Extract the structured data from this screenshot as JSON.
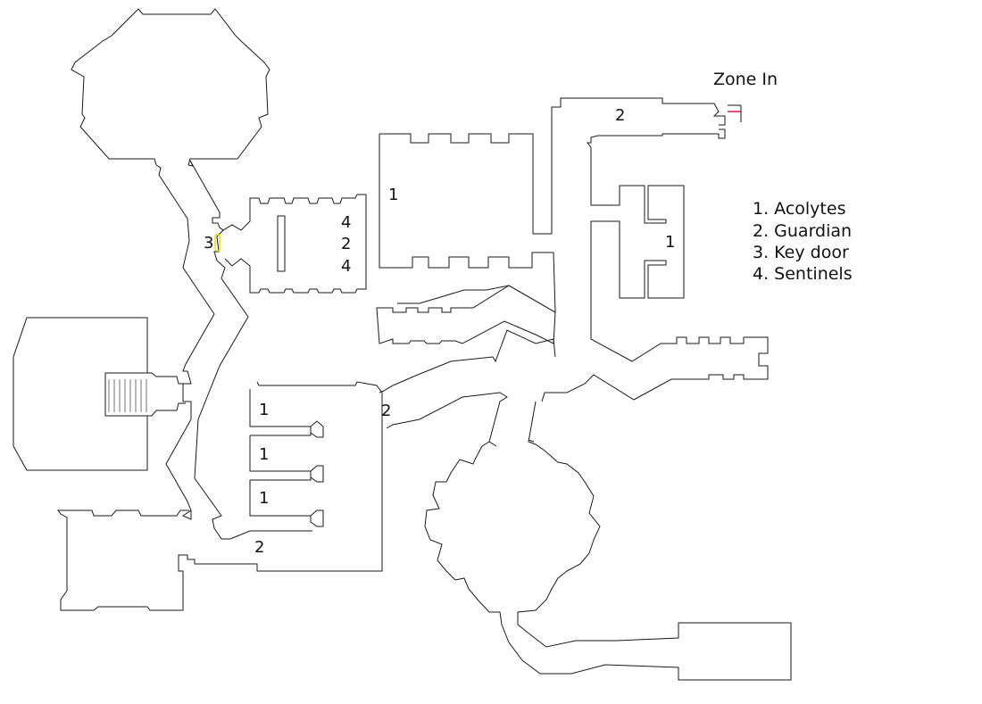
{
  "map": {
    "zone_in_label": "Zone In",
    "markers": [
      "1",
      "1",
      "1",
      "1",
      "1",
      "2",
      "2",
      "2",
      "2",
      "3",
      "4",
      "4"
    ],
    "legend": [
      "1. Acolytes",
      "2. Guardian",
      "3. Key door",
      "4. Sentinels"
    ],
    "colors": {
      "wall": "#1a1a1a",
      "key_door": "#e6e600",
      "zone_in_marker": "#d4145a",
      "stairs": "#777777"
    }
  }
}
